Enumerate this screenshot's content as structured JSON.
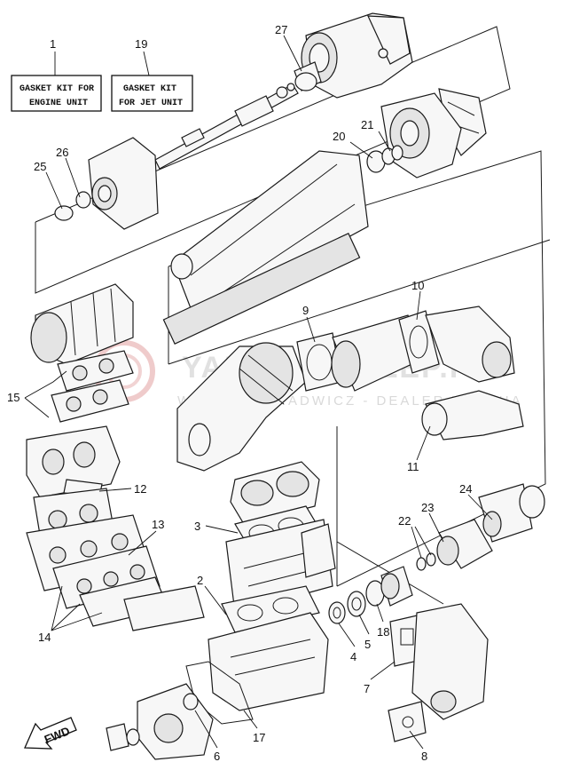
{
  "kits": [
    {
      "number": "1",
      "line1": "GASKET KIT FOR",
      "line2": "ENGINE UNIT"
    },
    {
      "number": "19",
      "line1": "GASKET KIT",
      "line2": "FOR JET UNIT"
    }
  ],
  "callouts": [
    "27",
    "20",
    "21",
    "25",
    "26",
    "10",
    "9",
    "15",
    "11",
    "12",
    "24",
    "3",
    "23",
    "22",
    "13",
    "2",
    "18",
    "14",
    "4",
    "5",
    "7",
    "8",
    "17",
    "6"
  ],
  "fwd_label": "FWD",
  "watermark": {
    "line1": "YAMAHA-SKLEP.PL",
    "line2": "WOJCIECH RADWICZ - DEALER YAMAHA"
  }
}
